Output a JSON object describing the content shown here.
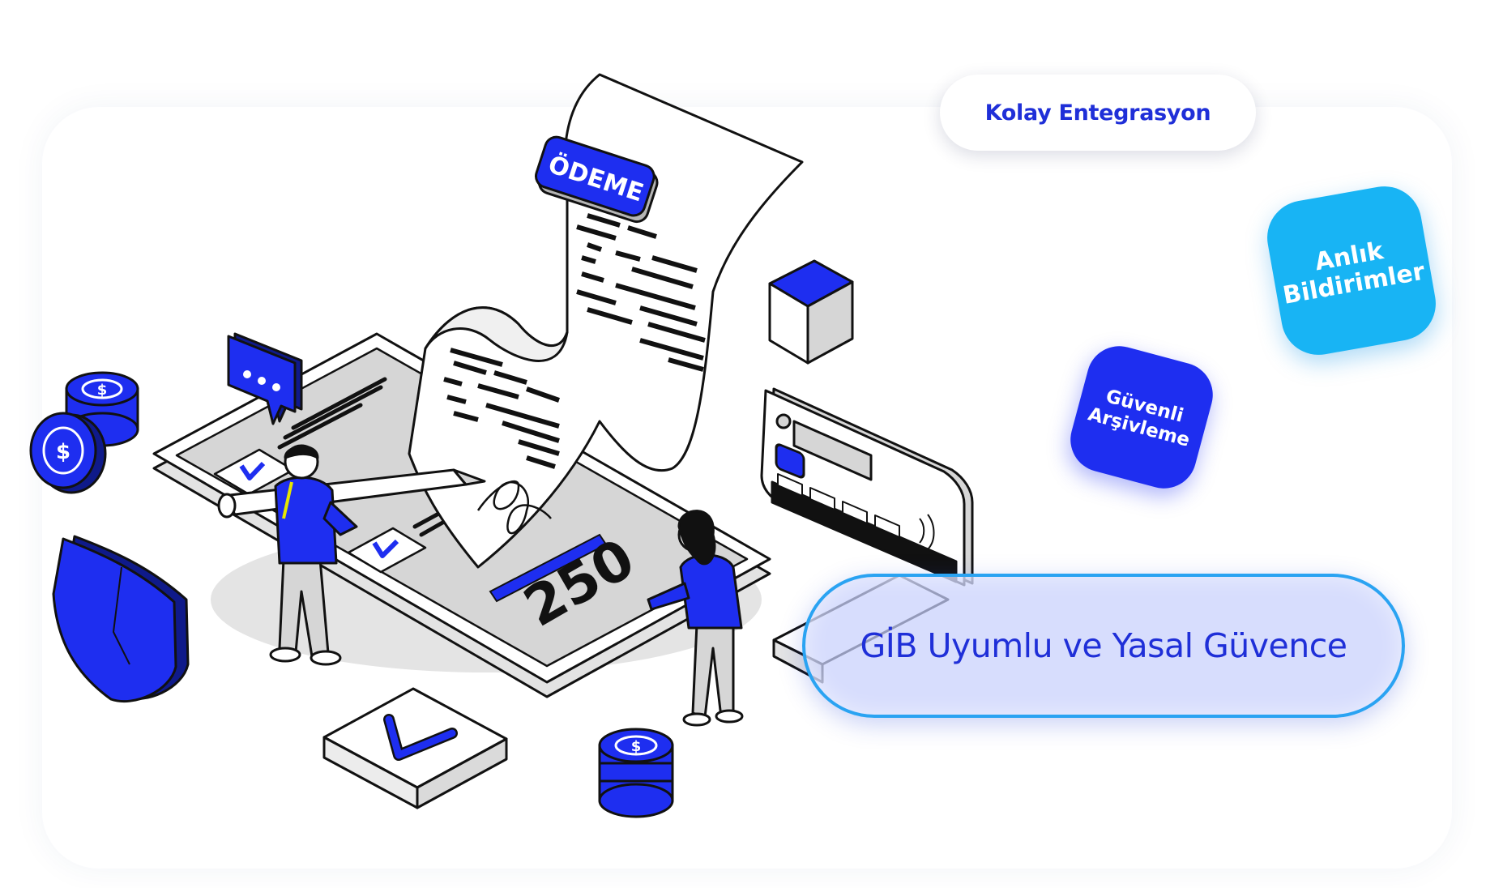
{
  "tags": {
    "kolay": "Kolay Entegrasyon",
    "anlik_line1": "Anlık",
    "anlik_line2": "Bildirimler",
    "guvenli_line1": "Güvenli",
    "guvenli_line2": "Arşivleme",
    "gib": "GİB Uyumlu ve Yasal Güvence"
  },
  "illustration": {
    "receipt_heading": "ÖDEME",
    "amount": "250",
    "icons": [
      "coin-stack-icon",
      "dollar-coin-icon",
      "shield-icon",
      "chat-bubble-icon",
      "checkmark-icon",
      "cube-icon",
      "credit-card-icon",
      "pen-icon",
      "signature-icon"
    ]
  },
  "colors": {
    "brand_blue": "#1e2ef0",
    "text_blue": "#1f2fd8",
    "sky_blue": "#18b4f4",
    "outline": "#111111",
    "panel_gray": "#d6d6d6"
  }
}
